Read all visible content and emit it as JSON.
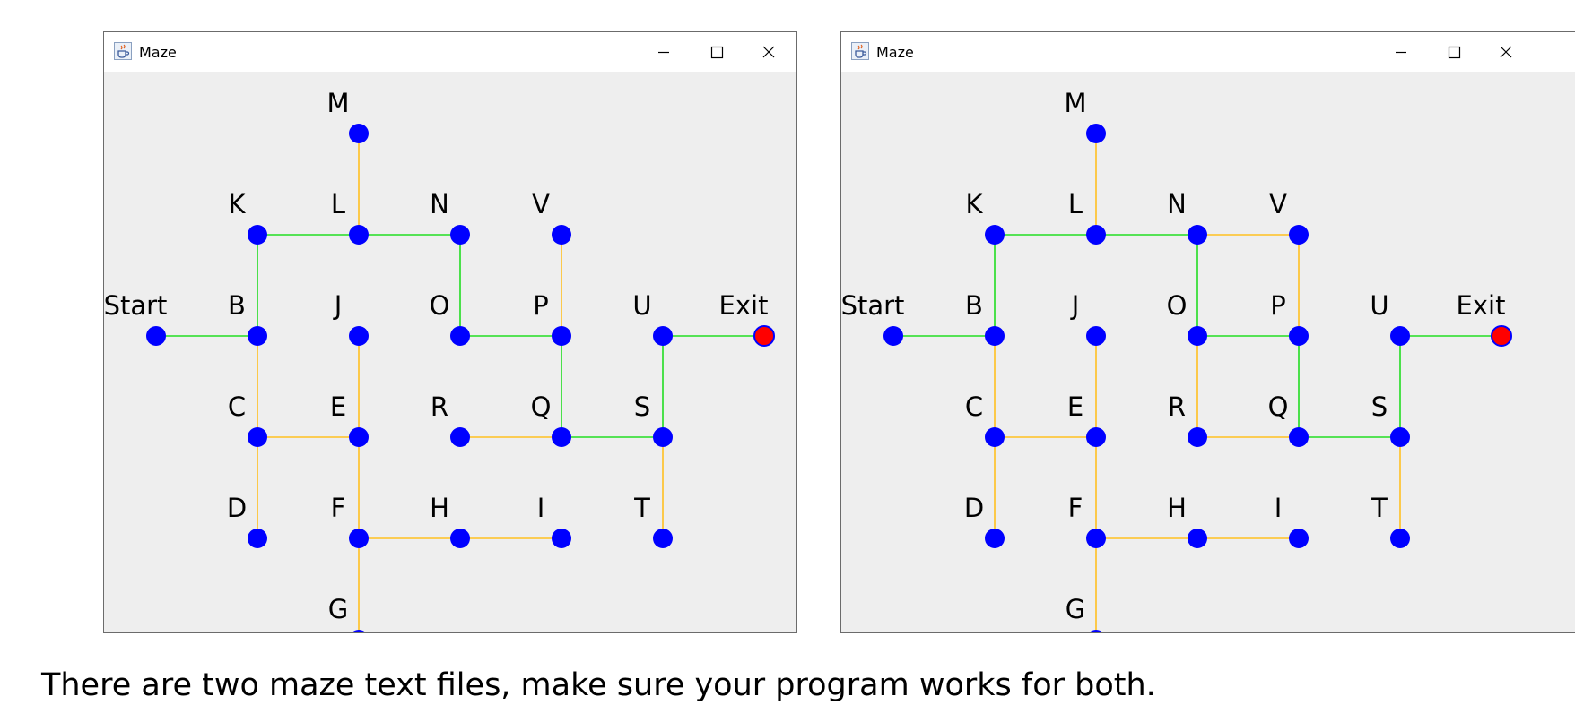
{
  "colors": {
    "node": "#0000ff",
    "exit_node": "#ff0000",
    "path_edge": "#22dd22",
    "other_edge": "#ffc020",
    "canvas_bg": "#eeeeee"
  },
  "icons": {
    "app": "java-coffee-cup-icon",
    "minimize": "minimize-icon",
    "maximize": "maximize-icon",
    "close": "close-icon"
  },
  "nodes": [
    {
      "id": "M",
      "label": "M",
      "row": 0,
      "col": 2
    },
    {
      "id": "K",
      "label": "K",
      "row": 1,
      "col": 1
    },
    {
      "id": "L",
      "label": "L",
      "row": 1,
      "col": 2
    },
    {
      "id": "N",
      "label": "N",
      "row": 1,
      "col": 3
    },
    {
      "id": "V",
      "label": "V",
      "row": 1,
      "col": 4
    },
    {
      "id": "Start",
      "label": "Start",
      "row": 2,
      "col": 0
    },
    {
      "id": "B",
      "label": "B",
      "row": 2,
      "col": 1
    },
    {
      "id": "J",
      "label": "J",
      "row": 2,
      "col": 2
    },
    {
      "id": "O",
      "label": "O",
      "row": 2,
      "col": 3
    },
    {
      "id": "P",
      "label": "P",
      "row": 2,
      "col": 4
    },
    {
      "id": "U",
      "label": "U",
      "row": 2,
      "col": 5
    },
    {
      "id": "Exit",
      "label": "Exit",
      "row": 2,
      "col": 6
    },
    {
      "id": "C",
      "label": "C",
      "row": 3,
      "col": 1
    },
    {
      "id": "E",
      "label": "E",
      "row": 3,
      "col": 2
    },
    {
      "id": "R",
      "label": "R",
      "row": 3,
      "col": 3
    },
    {
      "id": "Q",
      "label": "Q",
      "row": 3,
      "col": 4
    },
    {
      "id": "S",
      "label": "S",
      "row": 3,
      "col": 5
    },
    {
      "id": "D",
      "label": "D",
      "row": 4,
      "col": 1
    },
    {
      "id": "F",
      "label": "F",
      "row": 4,
      "col": 2
    },
    {
      "id": "H",
      "label": "H",
      "row": 4,
      "col": 3
    },
    {
      "id": "I",
      "label": "I",
      "row": 4,
      "col": 4
    },
    {
      "id": "T",
      "label": "T",
      "row": 4,
      "col": 5
    },
    {
      "id": "G",
      "label": "G",
      "row": 5,
      "col": 2
    }
  ],
  "windows": [
    {
      "title": "Maze",
      "edges": [
        {
          "from": "Start",
          "to": "B",
          "path": true
        },
        {
          "from": "B",
          "to": "K",
          "path": true
        },
        {
          "from": "K",
          "to": "L",
          "path": true
        },
        {
          "from": "L",
          "to": "N",
          "path": true
        },
        {
          "from": "N",
          "to": "O",
          "path": true
        },
        {
          "from": "O",
          "to": "P",
          "path": true
        },
        {
          "from": "P",
          "to": "Q",
          "path": true
        },
        {
          "from": "Q",
          "to": "S",
          "path": true
        },
        {
          "from": "S",
          "to": "U",
          "path": true
        },
        {
          "from": "U",
          "to": "Exit",
          "path": true
        },
        {
          "from": "M",
          "to": "L",
          "path": false
        },
        {
          "from": "V",
          "to": "P",
          "path": false
        },
        {
          "from": "B",
          "to": "C",
          "path": false
        },
        {
          "from": "C",
          "to": "D",
          "path": false
        },
        {
          "from": "C",
          "to": "E",
          "path": false
        },
        {
          "from": "J",
          "to": "E",
          "path": false
        },
        {
          "from": "E",
          "to": "F",
          "path": false
        },
        {
          "from": "F",
          "to": "G",
          "path": false
        },
        {
          "from": "F",
          "to": "H",
          "path": false
        },
        {
          "from": "H",
          "to": "I",
          "path": false
        },
        {
          "from": "R",
          "to": "Q",
          "path": false
        },
        {
          "from": "S",
          "to": "T",
          "path": false
        }
      ]
    },
    {
      "title": "Maze",
      "edges": [
        {
          "from": "Start",
          "to": "B",
          "path": true
        },
        {
          "from": "B",
          "to": "K",
          "path": true
        },
        {
          "from": "K",
          "to": "L",
          "path": true
        },
        {
          "from": "L",
          "to": "N",
          "path": true
        },
        {
          "from": "N",
          "to": "O",
          "path": true
        },
        {
          "from": "O",
          "to": "P",
          "path": true
        },
        {
          "from": "P",
          "to": "Q",
          "path": true
        },
        {
          "from": "Q",
          "to": "S",
          "path": true
        },
        {
          "from": "S",
          "to": "U",
          "path": true
        },
        {
          "from": "U",
          "to": "Exit",
          "path": true
        },
        {
          "from": "M",
          "to": "L",
          "path": false
        },
        {
          "from": "N",
          "to": "V",
          "path": false
        },
        {
          "from": "V",
          "to": "P",
          "path": false
        },
        {
          "from": "O",
          "to": "R",
          "path": false
        },
        {
          "from": "B",
          "to": "C",
          "path": false
        },
        {
          "from": "C",
          "to": "D",
          "path": false
        },
        {
          "from": "C",
          "to": "E",
          "path": false
        },
        {
          "from": "J",
          "to": "E",
          "path": false
        },
        {
          "from": "E",
          "to": "F",
          "path": false
        },
        {
          "from": "F",
          "to": "G",
          "path": false
        },
        {
          "from": "F",
          "to": "H",
          "path": false
        },
        {
          "from": "H",
          "to": "I",
          "path": false
        },
        {
          "from": "R",
          "to": "Q",
          "path": false
        },
        {
          "from": "S",
          "to": "T",
          "path": false
        }
      ]
    }
  ],
  "caption": "There are two maze text files, make sure your program works for both."
}
